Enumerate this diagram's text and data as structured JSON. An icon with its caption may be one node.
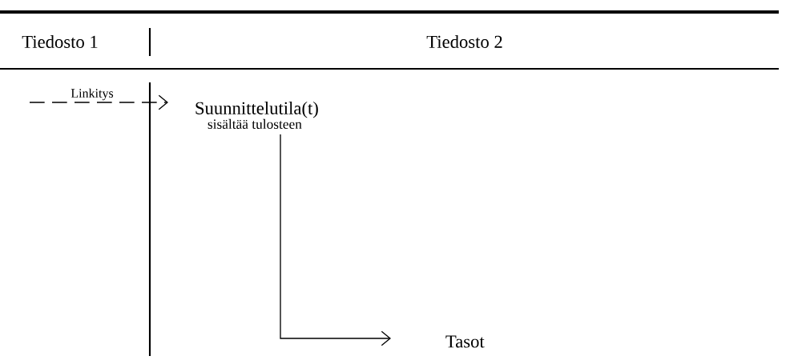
{
  "diagram": {
    "nodes": [
      {
        "text": [
          "Suunnittelutila(t)",
          "sisältää tulosteen"
        ]
      },
      {
        "text": [
          "Tasot"
        ]
      }
    ],
    "edges": [
      {
        "from": null,
        "to": 0,
        "arrow": "to",
        "style": "dashed",
        "label": "Linkitys"
      },
      {
        "from": 0,
        "to": 1,
        "arrow": "to"
      }
    ],
    "labels": [
      "Tiedosto 1",
      "Tiedosto 2"
    ]
  }
}
